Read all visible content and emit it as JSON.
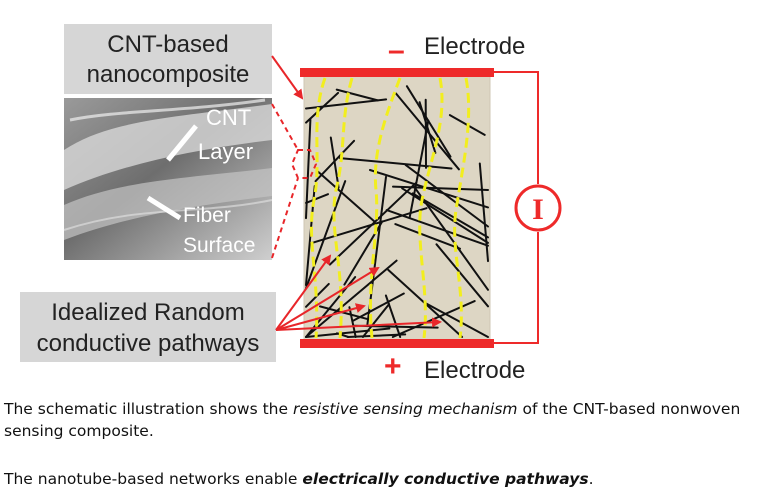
{
  "diagram": {
    "label_composite_line1": "CNT-based",
    "label_composite_line2": "nanocomposite",
    "label_cnt_line1": "CNT",
    "label_cnt_line2": "Layer",
    "label_fiber_line1": "Fiber",
    "label_fiber_line2": "Surface",
    "label_pathways_line1": "Idealized Random",
    "label_pathways_line2": "conductive pathways",
    "electrode_top_sign": "–",
    "electrode_top_label": "Electrode",
    "electrode_bottom_sign": "+",
    "electrode_bottom_label": "Electrode",
    "current_symbol": "I",
    "colors": {
      "electrode": "#ee2a2a",
      "composite_fill": "#ddd6c4",
      "pathway": "#f2ee1e",
      "label_box": "#d6d6d6",
      "arrow": "#e8262a"
    }
  },
  "caption": {
    "line1_pre": "The schematic illustration shows the ",
    "line1_em": "resistive sensing mechanism",
    "line1_post": " of the CNT-based nonwoven",
    "line2": "sensing composite.",
    "line3_pre": "The nanotube-based networks enable ",
    "line3_strong": "electrically conductive pathways",
    "line3_post": "."
  }
}
